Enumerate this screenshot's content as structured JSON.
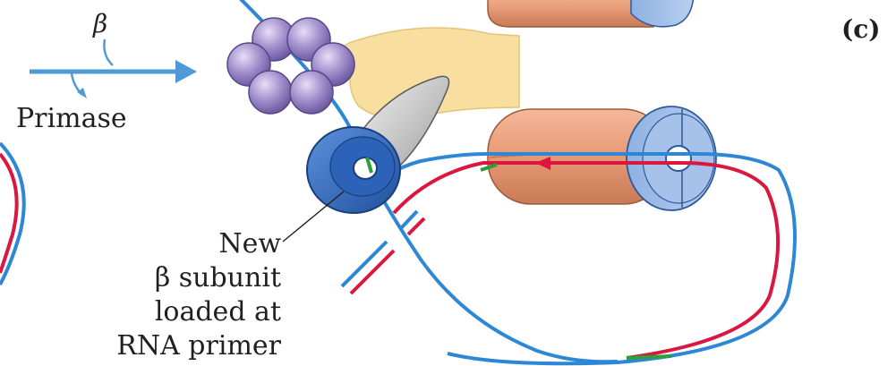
{
  "panel_label": "(c)",
  "arrow_label": "β",
  "primase_label": "Primase",
  "callout": {
    "line1": "New",
    "line2": "β subunit",
    "line3": "loaded at",
    "line4": "RNA primer"
  },
  "colors": {
    "template_strand": "#2e86d6",
    "new_strand": "#d9173f",
    "rna_primer": "#2e9e3a",
    "helicase": "#9b86c9",
    "clamp_loader": "#f8df9f",
    "polymerase": "#eaa07a",
    "beta_clamp": "#2f6cc4",
    "primase": "#c2c2c2"
  }
}
